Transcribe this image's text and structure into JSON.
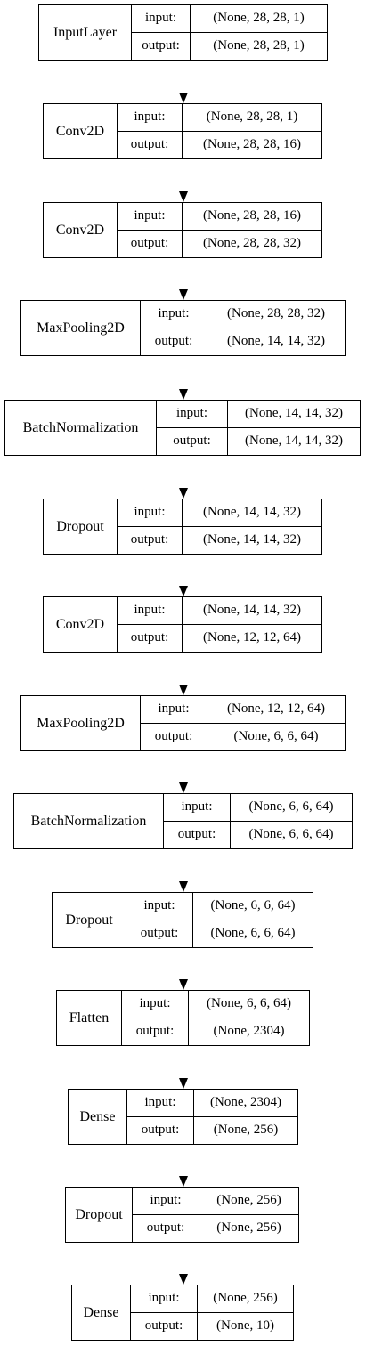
{
  "labels": {
    "input": "input:",
    "output": "output:"
  },
  "layers": [
    {
      "name": "InputLayer",
      "input": "(None, 28, 28, 1)",
      "output": "(None, 28, 28, 1)"
    },
    {
      "name": "Conv2D",
      "input": "(None, 28, 28, 1)",
      "output": "(None, 28, 28, 16)"
    },
    {
      "name": "Conv2D",
      "input": "(None, 28, 28, 16)",
      "output": "(None, 28, 28, 32)"
    },
    {
      "name": "MaxPooling2D",
      "input": "(None, 28, 28, 32)",
      "output": "(None, 14, 14, 32)"
    },
    {
      "name": "BatchNormalization",
      "input": "(None, 14, 14, 32)",
      "output": "(None, 14, 14, 32)"
    },
    {
      "name": "Dropout",
      "input": "(None, 14, 14, 32)",
      "output": "(None, 14, 14, 32)"
    },
    {
      "name": "Conv2D",
      "input": "(None, 14, 14, 32)",
      "output": "(None, 12, 12, 64)"
    },
    {
      "name": "MaxPooling2D",
      "input": "(None, 12, 12, 64)",
      "output": "(None, 6, 6, 64)"
    },
    {
      "name": "BatchNormalization",
      "input": "(None, 6, 6, 64)",
      "output": "(None, 6, 6, 64)"
    },
    {
      "name": "Dropout",
      "input": "(None, 6, 6, 64)",
      "output": "(None, 6, 6, 64)"
    },
    {
      "name": "Flatten",
      "input": "(None, 6, 6, 64)",
      "output": "(None, 2304)"
    },
    {
      "name": "Dense",
      "input": "(None, 2304)",
      "output": "(None, 256)"
    },
    {
      "name": "Dropout",
      "input": "(None, 256)",
      "output": "(None, 256)"
    },
    {
      "name": "Dense",
      "input": "(None, 256)",
      "output": "(None, 10)"
    }
  ]
}
